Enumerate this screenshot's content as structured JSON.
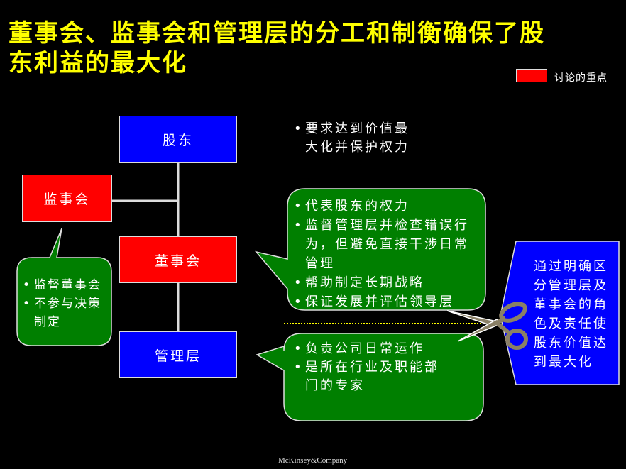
{
  "title": {
    "line1": "董事会、监事会和管理层的分工和制衡确保了股",
    "line2": "东利益的最大化"
  },
  "legend": {
    "label": "讨论的重点",
    "color": "#ff0000"
  },
  "boxes": {
    "shareholders": "股东",
    "supervisory": "监事会",
    "board": "董事会",
    "management": "管理层"
  },
  "shareholder_note": [
    "要求达到价值最",
    "大化并保护权力"
  ],
  "supervisory_callout": [
    "监督董事会",
    "不参与决策",
    "制定"
  ],
  "board_callout": [
    "代表股东的权力",
    "监督管理层并检查错误行",
    "为，但避免直接干涉日常",
    "管理",
    "帮助制定长期战略",
    "保证发展并评估领导层"
  ],
  "management_callout": [
    "负责公司日常运作",
    "是所在行业及职能部",
    "门的专家"
  ],
  "conclusion": [
    "通过明确区",
    "分管理层及",
    "董事会的角",
    "色及责任使",
    "股东价值达",
    "到最大化"
  ],
  "footer": "McKinsey&Company",
  "colors": {
    "blue": "#0000ff",
    "red": "#ff0000",
    "green": "#007f00",
    "yellow": "#ffff00"
  }
}
